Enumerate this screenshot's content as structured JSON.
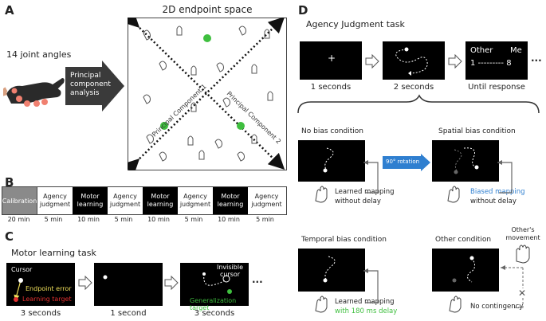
{
  "panels": {
    "a": "A",
    "b": "B",
    "c": "C",
    "d": "D"
  },
  "a": {
    "joint_label": "14 joint angles",
    "pca_lines": [
      "Principal",
      "component",
      "analysis"
    ],
    "space_title": "2D endpoint space",
    "pc1": "Principal Component 1",
    "pc2": "Principal Component 2"
  },
  "b": {
    "blocks": [
      {
        "label": "Calibration",
        "duration": "20 min",
        "style": "gray"
      },
      {
        "label": "Agency\njudgment",
        "duration": "5 min",
        "style": "white"
      },
      {
        "label": "Motor\nlearning",
        "duration": "10 min",
        "style": "black"
      },
      {
        "label": "Agency\njudgment",
        "duration": "5 min",
        "style": "white"
      },
      {
        "label": "Motor\nlearning",
        "duration": "10 min",
        "style": "black"
      },
      {
        "label": "Agency\njudgment",
        "duration": "5 min",
        "style": "white"
      },
      {
        "label": "Motor\nlearning",
        "duration": "10 min",
        "style": "black"
      },
      {
        "label": "Agency\njudgment",
        "duration": "5 min",
        "style": "white"
      }
    ]
  },
  "c": {
    "title": "Motor learning task",
    "cursor": "Cursor",
    "endpoint_error": "Endpoint error",
    "learning_target": "Learning target",
    "invisible_cursor": [
      "Invisible",
      "cursor"
    ],
    "generalization_target": "Generalization target",
    "times": [
      "3 seconds",
      "1 second",
      "3 seconds"
    ],
    "ellipsis": "..."
  },
  "d": {
    "title": "Agency Judgment task",
    "fixation": "+",
    "other": "Other",
    "me": "Me",
    "scale": "1 --------- 8",
    "times": [
      "1 seconds",
      "2 seconds",
      "Until response"
    ],
    "ellipsis": "...",
    "no_bias": "No bias condition",
    "spatial_bias": "Spatial bias condition",
    "rotation": "90° rotation",
    "learned_mapping": "Learned mapping",
    "without_delay": "without delay",
    "biased_mapping": "Biased mapping",
    "temporal_bias": "Temporal bias condition",
    "with_delay": "with 180 ms delay",
    "other_condition": "Other condition",
    "others_movement": [
      "Other's",
      "movement"
    ],
    "no_contingency": "No contingency"
  },
  "colors": {
    "green": "#3fbf3f",
    "blue": "#2f7fd0",
    "yellow": "#f0e05a",
    "red": "#e03030"
  }
}
